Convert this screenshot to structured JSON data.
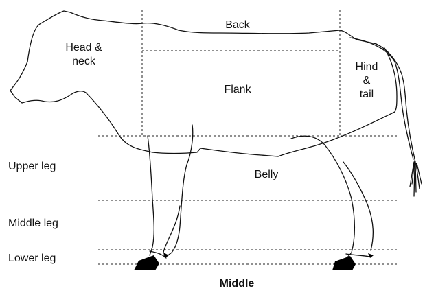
{
  "regions": {
    "back": "Back",
    "head_neck": [
      "Head &",
      "neck"
    ],
    "flank": "Flank",
    "hind_tail": [
      "Hind",
      "&",
      "tail"
    ],
    "belly": "Belly"
  },
  "leg_zones": {
    "upper": "Upper leg",
    "middle": "Middle leg",
    "lower": "Lower leg"
  },
  "caption": "Middle",
  "colors": {
    "ink": "#111111",
    "hoof": "#000000",
    "paper": "#ffffff"
  }
}
